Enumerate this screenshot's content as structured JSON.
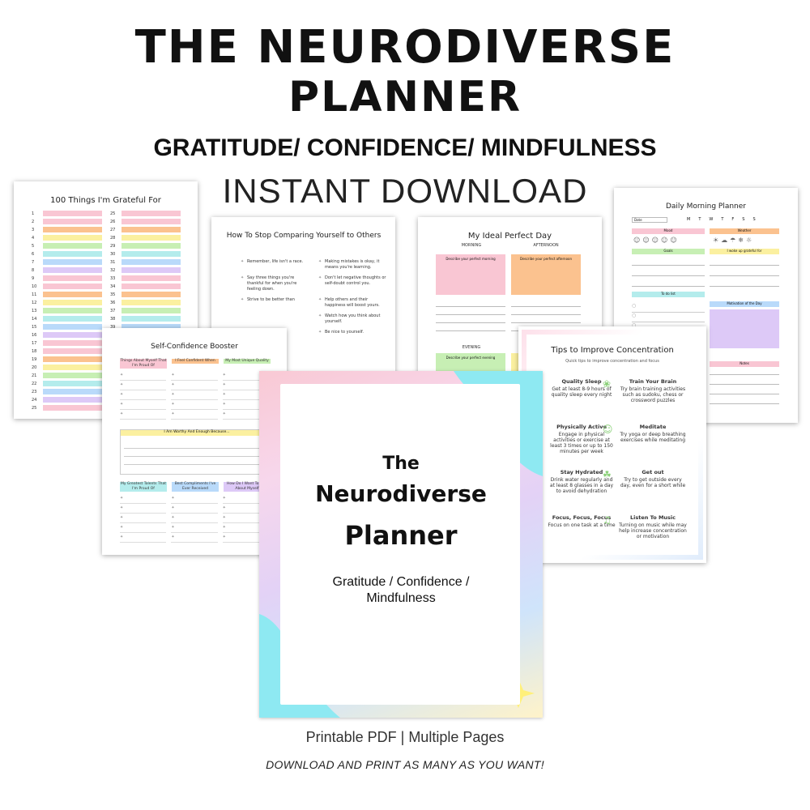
{
  "header": {
    "title_line1": "THE NEURODIVERSE",
    "title_line2": "PLANNER",
    "subtitle": "GRATITUDE/ CONFIDENCE/ MINDFULNESS",
    "tagline": "INSTANT DOWNLOAD"
  },
  "pages": {
    "grateful": {
      "title": "100 Things I'm Grateful For"
    },
    "compare": {
      "title": "How To Stop Comparing Yourself to Others",
      "items": [
        "Remember, life isn't a race.",
        "Making mistakes is okay, it means you're learning.",
        "Say three things you're thankful for when you're feeling down.",
        "Don't let negative thoughts or self-doubt control you.",
        "Strive to be better than",
        "Help others and their happiness will boost yours.",
        "",
        "Watch how you think about yourself.",
        "",
        "Be nice to yourself."
      ]
    },
    "ideal": {
      "title": "My Ideal Perfect Day",
      "morning": "MORNING",
      "afternoon": "AFTERNOON",
      "evening": "EVENING",
      "morning_prompt": "Describe your perfect morning",
      "afternoon_prompt": "Describe your perfect afternoon",
      "evening_prompt": "Describe your perfect evening"
    },
    "morning": {
      "title": "Daily Morning Planner",
      "date_label": "Date",
      "days": [
        "M",
        "T",
        "W",
        "T",
        "F",
        "S",
        "S"
      ],
      "mood": "Mood",
      "weather": "Weather",
      "goals": "Goals",
      "grateful": "I woke up grateful for",
      "todo": "To do list",
      "motivation": "Motivation of the Day",
      "notes": "Notes"
    },
    "confidence": {
      "title": "Self-Confidence Booster",
      "col1": "Things About Myself That I'm Proud Of",
      "col2": "I Feel Confident When",
      "col3": "My Most Unique Quality",
      "worthy": "I Am Worthy And Enough Because...",
      "col4": "My Greatest Talents That I'm Proud Of",
      "col5": "Best Compliments I've Ever Received",
      "col6": "How Do I Want To Feel About Myself"
    },
    "concentration": {
      "title": "Tips to Improve Concentration",
      "subtitle": "Quick tips to improve concentration and focus",
      "tips": [
        {
          "h": "Quality Sleep",
          "b": "Get at least 8-9 hours of quality sleep every night"
        },
        {
          "h": "Train Your Brain",
          "b": "Try brain training activities such as sudoku, chess or crossword puzzles"
        },
        {
          "h": "Physically Active",
          "b": "Engage in physical activities or exercise at least 3 times or up to 150 minutes per week"
        },
        {
          "h": "Meditate",
          "b": "Try yoga or deep breathing exercises while meditating"
        },
        {
          "h": "Stay Hydrated",
          "b": "Drink water regularly and at least 8 glasses in a day to avoid dehydration"
        },
        {
          "h": "Get out",
          "b": "Try to get outside every day, even for a short while"
        },
        {
          "h": "Focus, Focus, Focus",
          "b": "Focus on one task at a time"
        },
        {
          "h": "Listen To Music",
          "b": "Turning on music while may help increase concentration or motivation"
        }
      ]
    },
    "cover": {
      "line1": "The",
      "line2": "Neurodiverse",
      "line3": "Planner",
      "sub1": "Gratitude / Confidence /",
      "sub2": "Mindfulness"
    }
  },
  "footer": {
    "line1": "Printable PDF  |  Multiple Pages",
    "line2": "DOWNLOAD AND PRINT AS MANY AS YOU WANT!"
  },
  "colors": {
    "pink": "#f9c6d3",
    "orange": "#fbc28f",
    "yellow": "#fbf0a0",
    "green": "#c7efb4",
    "teal": "#b4ecec",
    "blue": "#b9dafa",
    "purple": "#ddc9f7"
  }
}
